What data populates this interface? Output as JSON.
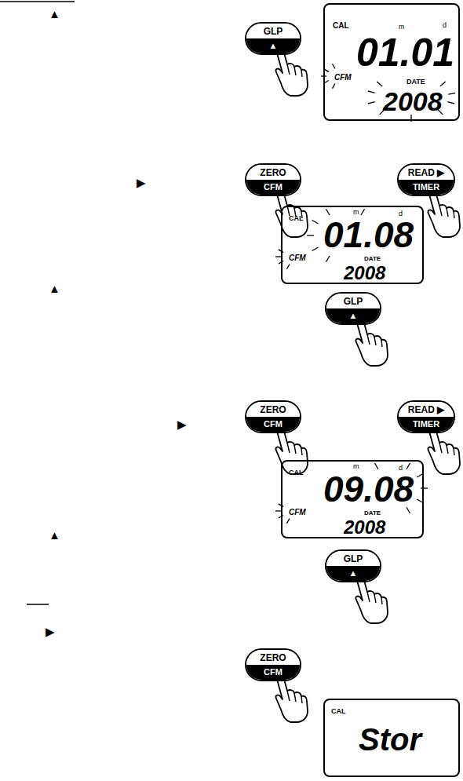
{
  "diagram": {
    "nodes": [
      {
        "text": [
          "GLP",
          "▲"
        ]
      },
      {
        "text": [
          "CAL",
          "m",
          "d",
          "01.01",
          "CFM",
          "DATE",
          "2008"
        ]
      },
      {
        "text": [
          "ZERO",
          "CFM"
        ]
      },
      {
        "text": [
          "READ ▶",
          "TIMER"
        ]
      },
      {
        "text": [
          "CAL",
          "m",
          "d",
          "01.08",
          "CFM",
          "DATE",
          "2008"
        ]
      },
      {
        "text": [
          "GLP",
          "▲"
        ]
      },
      {
        "text": [
          "ZERO",
          "CFM"
        ]
      },
      {
        "text": [
          "READ ▶",
          "TIMER"
        ]
      },
      {
        "text": [
          "CAL",
          "m",
          "d",
          "09.08",
          "CFM",
          "DATE",
          "2008"
        ]
      },
      {
        "text": [
          "GLP",
          "▲"
        ]
      },
      {
        "text": [
          "ZERO",
          "CFM"
        ]
      },
      {
        "text": [
          "CAL",
          "Stor"
        ]
      }
    ],
    "labels": [
      "▲",
      "▶",
      "▲",
      "▶",
      "▲",
      "▶"
    ]
  }
}
